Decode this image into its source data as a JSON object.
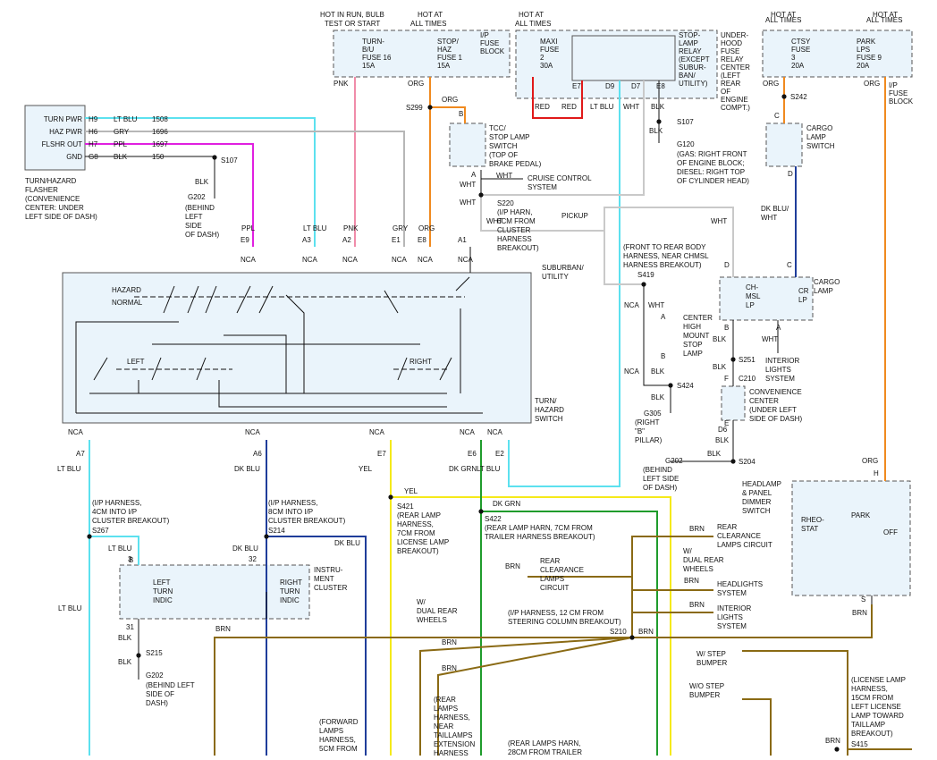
{
  "wire_colors": {
    "lt_blu": "#5ce1ef",
    "pnk": "#f08caa",
    "gry": "#b7b7b7",
    "org": "#f08a1f",
    "ppl": "#e020e0",
    "red": "#e01919",
    "yel": "#f5ea1a",
    "dk_grn": "#1f9c2c",
    "dk_blu": "#1f3d9a",
    "brn": "#8a6a14",
    "wht": "#c9c9c9",
    "blk": "#111111",
    "box_fill": "#eaf4fb"
  },
  "headers": {
    "hot_run": "HOT IN RUN, BULB",
    "test_start": "TEST OR START",
    "hot_at_1": "HOT AT",
    "all_times_1": "ALL TIMES",
    "hot_at_2": "HOT AT",
    "all_times_2": "ALL TIMES",
    "hot_at_3": "HOT AT",
    "all_times_3": "ALL TIMES",
    "hot_at_4": "HOT AT",
    "all_times_4": "ALL TIMES"
  },
  "fuse_block": {
    "turn_fuse": [
      "TURN-",
      "B/U",
      "FUSE 16",
      "15A"
    ],
    "stop_fuse": [
      "STOP/",
      "HAZ",
      "FUSE 1",
      "15A"
    ],
    "label": [
      "I/P",
      "FUSE",
      "BLOCK"
    ]
  },
  "underhood": {
    "maxi": [
      "MAXI",
      "FUSE",
      "2",
      "30A"
    ],
    "relay": [
      "STOP-",
      "LAMP",
      "RELAY",
      "(EXCEPT",
      "SUBUR-",
      "BAN/",
      "UTILITY)"
    ],
    "label": [
      "UNDER-",
      "HOOD",
      "FUSE",
      "RELAY",
      "CENTER",
      "(LEFT",
      "REAR",
      "OF",
      "ENGINE",
      "COMPT.)"
    ],
    "pins": [
      "E7",
      "D9",
      "D7",
      "E8"
    ]
  },
  "right_fuses": {
    "ctsy": [
      "CTSY",
      "FUSE",
      "3",
      "20A"
    ],
    "park": [
      "PARK",
      "LPS",
      "FUSE 9",
      "20A"
    ],
    "label": [
      "I/P",
      "FUSE",
      "BLOCK"
    ]
  },
  "flasher": {
    "rows": [
      {
        "name": "TURN PWR",
        "pin": "H9",
        "color": "LT BLU",
        "circuit": "1508"
      },
      {
        "name": "HAZ PWR",
        "pin": "H6",
        "color": "GRY",
        "circuit": "1696"
      },
      {
        "name": "FLSHR OUT",
        "pin": "H7",
        "color": "PPL",
        "circuit": "1697"
      },
      {
        "name": "GND",
        "pin": "G8",
        "color": "BLK",
        "circuit": "150"
      }
    ],
    "caption": [
      "TURN/HAZARD",
      "FLASHER",
      "(CONVENIENCE",
      "CENTER: UNDER",
      "LEFT SIDE OF DASH)"
    ]
  },
  "splices": {
    "s107_a": "S107",
    "g202_a": "G202",
    "g202_a_loc": [
      "(BEHIND",
      "LEFT",
      "SIDE",
      "OF DASH)"
    ],
    "blk_a": "BLK",
    "s299": "S299",
    "org_a": "ORG",
    "s107_b": "S107",
    "g120": "G120",
    "g120_loc": [
      "(GAS: RIGHT FRONT",
      "OF ENGINE BLOCK;",
      "DIESEL: RIGHT TOP",
      "OF CYLINDER HEAD)"
    ],
    "s242": "S242",
    "s220": "S220",
    "s220_loc": [
      "(I/P HARN,",
      "6CM FROM",
      "CLUSTER",
      "HARNESS",
      "BREAKOUT)"
    ]
  },
  "tcc": {
    "label": [
      "TCC/",
      "STOP LAMP",
      "SWITCH",
      "(TOP OF",
      "BRAKE PEDAL)"
    ],
    "cruise": [
      "CRUISE CONTROL",
      "SYSTEM"
    ]
  },
  "cargo_switch": [
    "CARGO",
    "LAMP",
    "SWITCH"
  ],
  "switch_connector": {
    "top_pins": [
      {
        "color": "PPL",
        "pin": "E9",
        "nca": "NCA"
      },
      {
        "color": "LT BLU",
        "pin": "A3",
        "nca": "NCA"
      },
      {
        "color": "PNK",
        "pin": "A2",
        "nca": "NCA"
      },
      {
        "color": "GRY",
        "pin": "E1",
        "nca": "NCA"
      },
      {
        "color": "ORG",
        "pin": "E8",
        "nca": "NCA"
      },
      {
        "color": "",
        "pin": "A1",
        "nca": "NCA"
      }
    ],
    "hazard": "HAZARD",
    "normal": "NORMAL",
    "left": "LEFT",
    "right": "RIGHT",
    "label": [
      "TURN/",
      "HAZARD",
      "SWITCH"
    ],
    "bottom_pins": [
      {
        "nca": "NCA",
        "pin": "A7",
        "color": "LT BLU"
      },
      {
        "nca": "NCA",
        "pin": "A6",
        "color": "DK BLU"
      },
      {
        "nca": "NCA",
        "pin": "E7",
        "color": "YEL"
      },
      {
        "nca": "NCA",
        "pin": "E6",
        "color": "DK GRN"
      },
      {
        "nca": "NCA",
        "pin": "E2",
        "color": "LT BLU"
      }
    ]
  },
  "pickup": {
    "pickup": "PICKUP",
    "suburban": [
      "SUBURBAN/",
      "UTILITY"
    ],
    "wht": "WHT",
    "harness": [
      "(FRONT TO REAR BODY",
      "HARNESS, NEAR CHMSL",
      "HARNESS BREAKOUT)"
    ],
    "s419": "S419",
    "nca_1": "NCA",
    "nca_2": "NCA",
    "chmsl": [
      "CENTER",
      "HIGH",
      "MOUNT",
      "STOP",
      "LAMP"
    ],
    "s424": "S424",
    "g305": "G305",
    "g305_loc": [
      "(RIGHT",
      "\"B\"",
      "PILLAR)"
    ]
  },
  "lamps": {
    "chmsl_lp": [
      "CH-",
      "MSL",
      "LP"
    ],
    "cr_lp": [
      "CR",
      "LP"
    ],
    "cargo_lamp": [
      "CARGO",
      "LAMP"
    ],
    "interior": [
      "INTERIOR",
      "LIGHTS",
      "SYSTEM"
    ],
    "s251": "S251",
    "c210": "C210",
    "conv_center": [
      "CONVENIENCE",
      "CENTER",
      "(UNDER LEFT",
      "SIDE OF DASH)"
    ],
    "s204": "S204",
    "g202": "G202",
    "g202_loc": [
      "(BEHIND",
      "LEFT SIDE",
      "OF DASH)"
    ],
    "dk_blu_wht": [
      "DK BLU/",
      "WHT"
    ]
  },
  "dimmer": {
    "label": [
      "HEADLAMP",
      "& PANEL",
      "DIMMER",
      "SWITCH"
    ],
    "rheostat": [
      "RHEO-",
      "STAT"
    ],
    "park": "PARK",
    "off": "OFF"
  },
  "lower": {
    "s267": "S267",
    "s267_loc": [
      "(I/P HARNESS,",
      "4CM INTO I/P",
      "CLUSTER BREAKOUT)"
    ],
    "s214": "S214",
    "s214_loc": [
      "(I/P HARNESS,",
      "8CM INTO I/P",
      "CLUSTER BREAKOUT)"
    ],
    "s421": "S421",
    "s421_loc": [
      "(REAR LAMP",
      "HARNESS,",
      "7CM FROM",
      "LICENSE LAMP",
      "BREAKOUT)"
    ],
    "s422": "S422",
    "s422_loc": [
      "(REAR LAMP HARN, 7CM FROM",
      "TRAILER HARNESS BREAKOUT)"
    ],
    "left_indic": [
      "LEFT",
      "TURN",
      "INDIC"
    ],
    "right_indic": [
      "RIGHT",
      "TURN",
      "INDIC"
    ],
    "instrument": [
      "INSTRU-",
      "MENT",
      "CLUSTER"
    ],
    "s215": "S215",
    "g202_c": "G202",
    "g202_c_loc": [
      "(BEHIND LEFT",
      "SIDE OF",
      "DASH)"
    ],
    "rear_clear_1": [
      "REAR",
      "CLEARANCE",
      "LAMPS CIRCUIT"
    ],
    "rear_clear_2": [
      "REAR",
      "CLEARANCE",
      "LAMPS",
      "CIRCUIT"
    ],
    "w_dual_1": [
      "W/",
      "DUAL REAR",
      "WHEELS"
    ],
    "w_dual_2": [
      "W/",
      "DUAL REAR",
      "WHEELS"
    ],
    "headlights": [
      "HEADLIGHTS",
      "SYSTEM"
    ],
    "interior2": [
      "INTERIOR",
      "LIGHTS",
      "SYSTEM"
    ],
    "s210_loc": [
      "(I/P HARNESS, 12 CM FROM",
      "STEERING COLUMN BREAKOUT)"
    ],
    "s210": "S210",
    "w_step": [
      "W/ STEP",
      "BUMPER"
    ],
    "wo_step": [
      "W/O STEP",
      "BUMPER"
    ],
    "lic_harness": [
      "(LICENSE LAMP",
      "HARNESS,",
      "15CM FROM",
      "LEFT LICENSE",
      "LAMP TOWARD",
      "TAILLAMP",
      "BREAKOUT)"
    ],
    "s415": "S415",
    "forward": [
      "(FORWARD",
      "LAMPS",
      "HARNESS,",
      "5CM FROM"
    ],
    "rear_lamps": [
      "(REAR",
      "LAMPS",
      "HARNESS,",
      "NEAR",
      "TAILLAMPS",
      "EXTENSION",
      "HARNESS"
    ],
    "rear_lamps_harn": [
      "(REAR LAMPS HARN,",
      "28CM FROM TRAILER"
    ]
  },
  "wire_labels": {
    "pnk": "PNK",
    "org": "ORG",
    "red": "RED",
    "lt_blu": "LT BLU",
    "wht": "WHT",
    "blk": "BLK",
    "yel": "YEL",
    "dk_grn": "DK GRN",
    "dk_blu": "DK BLU",
    "brn": "BRN",
    "ppl": "PPL",
    "gry": "GRY"
  },
  "pin_letters": {
    "a": "A",
    "b": "B",
    "c": "C",
    "d": "D",
    "e": "E",
    "f": "F",
    "h": "H",
    "s": "S",
    "d6": "D6"
  },
  "pin_numbers": {
    "p3": "3",
    "p32": "32",
    "p31": "31"
  }
}
